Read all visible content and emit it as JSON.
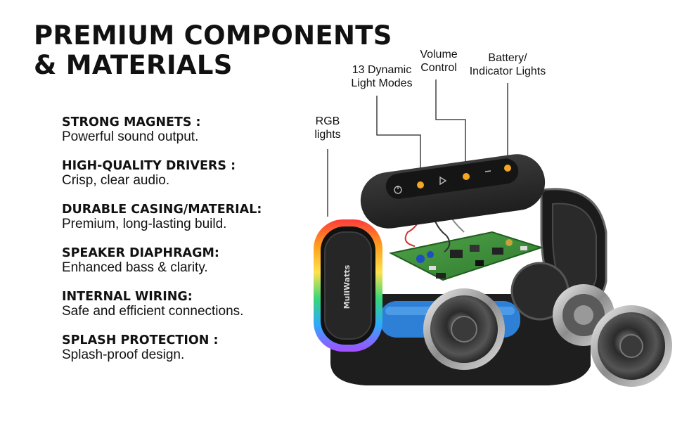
{
  "title": {
    "line1": "PREMIUM COMPONENTS",
    "line2": "& MATERIALS"
  },
  "features": [
    {
      "heading": "STRONG MAGNETS :",
      "desc": "Powerful sound output."
    },
    {
      "heading": "HIGH-QUALITY DRIVERS :",
      "desc": "Crisp, clear audio."
    },
    {
      "heading": "DURABLE CASING/MATERIAL:",
      "desc": "Premium, long-lasting build."
    },
    {
      "heading": "SPEAKER DIAPHRAGM:",
      "desc": "Enhanced bass & clarity."
    },
    {
      "heading": "INTERNAL WIRING:",
      "desc": "Safe and efficient connections."
    },
    {
      "heading": "SPLASH PROTECTION :",
      "desc": "Splash-proof design."
    }
  ],
  "callouts": {
    "rgb": {
      "line1": "RGB",
      "line2": "lights"
    },
    "light_modes": {
      "line1": "13 Dynamic",
      "line2": "Light Modes"
    },
    "volume": {
      "line1": "Volume",
      "line2": "Control"
    },
    "battery": {
      "line1": "Battery/",
      "line2": "Indicator Lights"
    }
  },
  "brand": "MuliWatts",
  "colors": {
    "text": "#111111",
    "accent_orange": "#f5a623",
    "board_green": "#3d8a3a",
    "battery_blue": "#2e7fd6"
  }
}
